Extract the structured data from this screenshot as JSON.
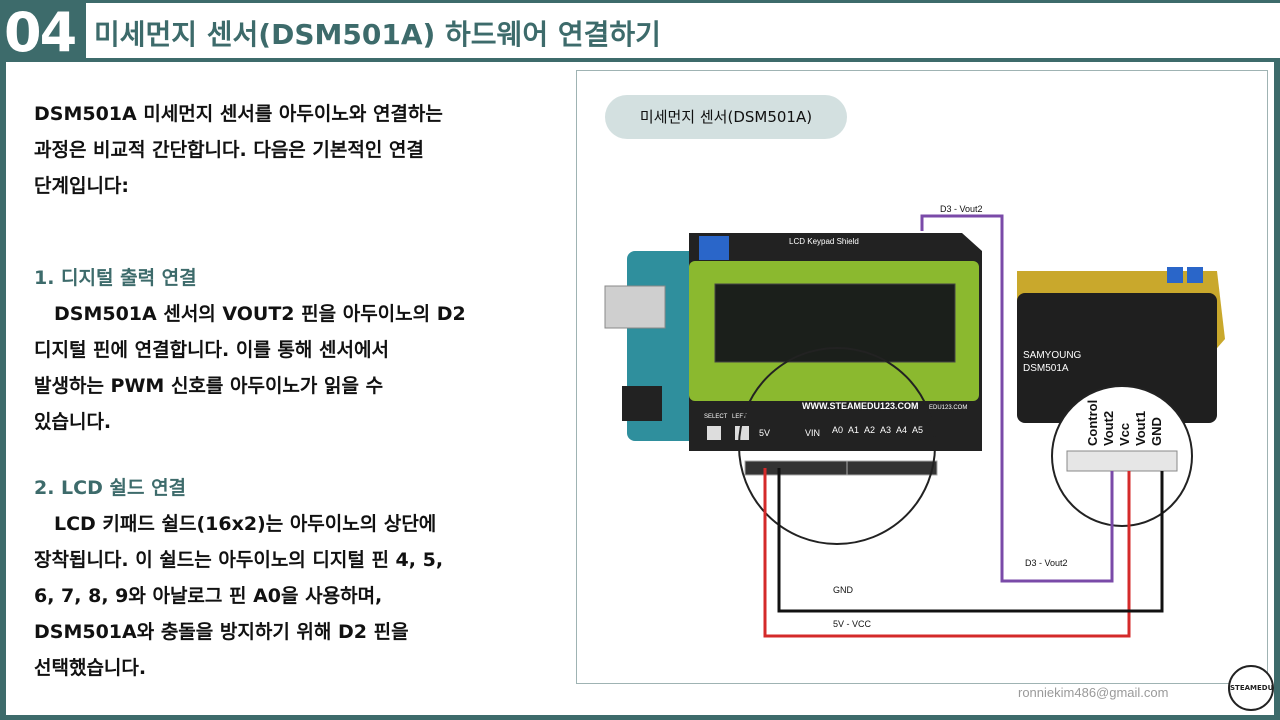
{
  "header": {
    "number": "04",
    "title": "미세먼지 센서(DSM501A) 하드웨어 연결하기"
  },
  "content": {
    "intro_lines": [
      "DSM501A 미세먼지 센서를 아두이노와 연결하는 ",
      "과정은 비교적 간단합니다. 다음은 기본적인 연결",
      "단계입니다:"
    ],
    "section1": {
      "heading": "1. 디지털 출력 연결",
      "lines": [
        "DSM501A 센서의 VOUT2 핀을 아두이노의 D2",
        "디지털 핀에 연결합니다. 이를 통해 센서에서",
        "발생하는 PWM 신호를 아두이노가 읽을 수",
        "있습니다."
      ]
    },
    "section2": {
      "heading": "2. LCD 쉴드 연결",
      "lines": [
        "LCD 키패드 쉴드(16x2)는 아두이노의 상단에",
        "장착됩니다. 이 쉴드는 아두이노의 디지털 핀 4, 5,",
        "6, 7, 8, 9와 아날로그 핀 A0을 사용하며,",
        "DSM501A와 충돌을 방지하기 위해 D2 핀을",
        "선택했습니다."
      ]
    }
  },
  "figure": {
    "pill_label": "미세먼지 센서(DSM501A)",
    "wire_top_label": "D3 - Vout2",
    "wire_right_label": "D3 - Vout2",
    "gnd_label": "GND",
    "vcc_label": "5V - VCC",
    "shield_label": "LCD Keypad Shield",
    "site_label": "WWW.STEAMEDU123.COM",
    "site_small": "EDU123.COM",
    "select_label": "SELECT",
    "left_label": "LEFT",
    "power_labels": [
      "5V",
      "VIN"
    ],
    "analog_labels": [
      "A0",
      "A1",
      "A2",
      "A3",
      "A4",
      "A5"
    ],
    "sensor_brand": "SAMYOUNG",
    "sensor_model": "DSM501A",
    "sensor_pins": [
      "Control",
      "Vout2",
      "Vcc",
      "Vout1",
      "GND"
    ],
    "colors": {
      "purple_wire": "#7a4aa8",
      "red_wire": "#d42a2a",
      "black_wire": "#111111",
      "lcd_green": "#8bb92f",
      "arduino_teal": "#2f8f9d"
    }
  },
  "footer": {
    "email": "ronniekim486@gmail.com",
    "logo_text": "STEAMEDU"
  }
}
